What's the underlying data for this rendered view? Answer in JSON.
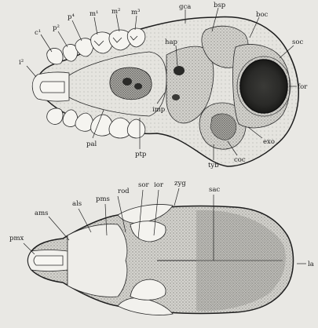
{
  "ventral_view": {
    "labels": {
      "c1": "c¹",
      "p2": "p²",
      "p4": "p⁴",
      "m1": "m¹",
      "m2": "m²",
      "m3": "m³",
      "gca": "gca",
      "bsp": "bsp",
      "boc": "boc",
      "i2": "i²",
      "hap": "hap",
      "soc": "soc",
      "for": "for",
      "imp": "imp",
      "exo": "exo",
      "pal": "pal",
      "ptp": "ptp",
      "tyb": "tyb",
      "coc": "coc"
    }
  },
  "dorsal_view": {
    "labels": {
      "rod": "rod",
      "sor": "sor",
      "ior": "ior",
      "zyg": "zyg",
      "sac": "sac",
      "ams": "ams",
      "als": "als",
      "pms": "pms",
      "pmx": "pmx",
      "la": "la"
    }
  },
  "colors": {
    "paper": "#e9e8e4",
    "bone_light": "#f2f1ed",
    "bone_shade": "#8a8a86",
    "ink": "#1a1a1a",
    "cavity": "#2a2a28"
  }
}
